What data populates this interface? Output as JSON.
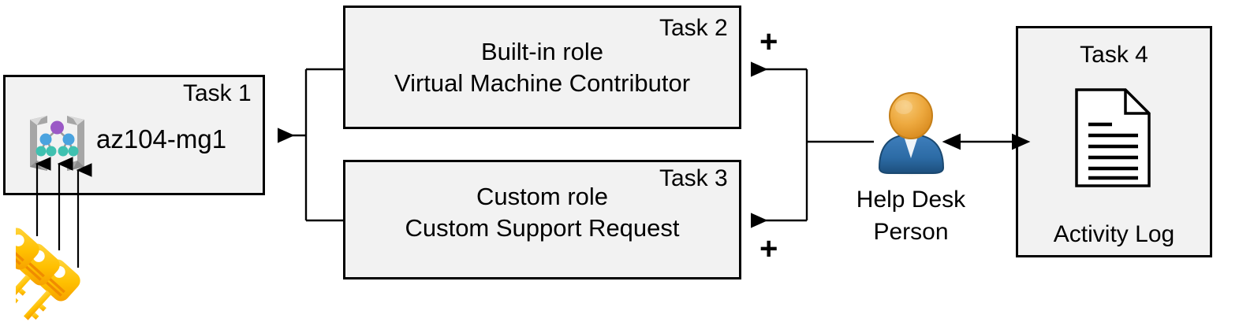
{
  "diagram": {
    "title": "Azure RBAC task diagram",
    "background": "#ffffff",
    "box_fill": "#f2f2f2",
    "box_stroke": "#000000",
    "accent_key": "#ffc000",
    "accent_person_head": "#e8a33d",
    "accent_person_body": "#2e6da4",
    "mg_purple": "#9b59c6",
    "mg_blue": "#4aa3df",
    "mg_teal": "#3fc1b0",
    "mg_bracket": "#a6a6a6"
  },
  "task1": {
    "label": "Task 1",
    "name": "az104-mg1",
    "icon": "management-group-icon"
  },
  "task2": {
    "label": "Task 2",
    "line1": "Built-in role",
    "line2": "Virtual Machine Contributor"
  },
  "task3": {
    "label": "Task 3",
    "line1": "Custom role",
    "line2": "Custom Support Request"
  },
  "task4": {
    "label": "Task 4",
    "caption": "Activity Log",
    "icon": "document-icon"
  },
  "person": {
    "line1": "Help Desk",
    "line2": "Person",
    "icon": "user-icon"
  },
  "operators": {
    "plus_top": "+",
    "plus_bottom": "+"
  },
  "keys": {
    "icon": "key-icon",
    "count": 3
  },
  "connectors": [
    {
      "name": "tasks-to-mg-arrow",
      "from": "task2-task3-bracket",
      "to": "task1",
      "style": "single-arrow-left"
    },
    {
      "name": "person-to-task2-arrow",
      "from": "person",
      "to": "task2",
      "style": "single-arrow-left"
    },
    {
      "name": "person-to-task3-arrow",
      "from": "person",
      "to": "task3",
      "style": "single-arrow-left"
    },
    {
      "name": "person-to-activity-log-arrow",
      "from": "person",
      "to": "task4",
      "style": "double-arrow"
    },
    {
      "name": "keys-to-mg-arrows",
      "from": "keys",
      "to": "task1",
      "style": "three-arrows-up"
    }
  ]
}
